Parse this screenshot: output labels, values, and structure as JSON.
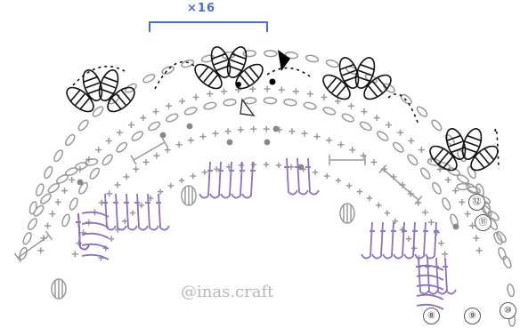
{
  "repeat_bracket": {
    "label": "×16",
    "color": "#4a6cd4"
  },
  "watermark": "@inas.craft",
  "round_numbers": [
    "⑧",
    "⑨",
    "⑩",
    "⑪",
    "⑫"
  ],
  "symbol_colors": {
    "black": "#111111",
    "gray": "#9a9a9a",
    "purple": "#8c72b8"
  },
  "icons": [
    "start-marker-icon",
    "end-marker-icon"
  ]
}
